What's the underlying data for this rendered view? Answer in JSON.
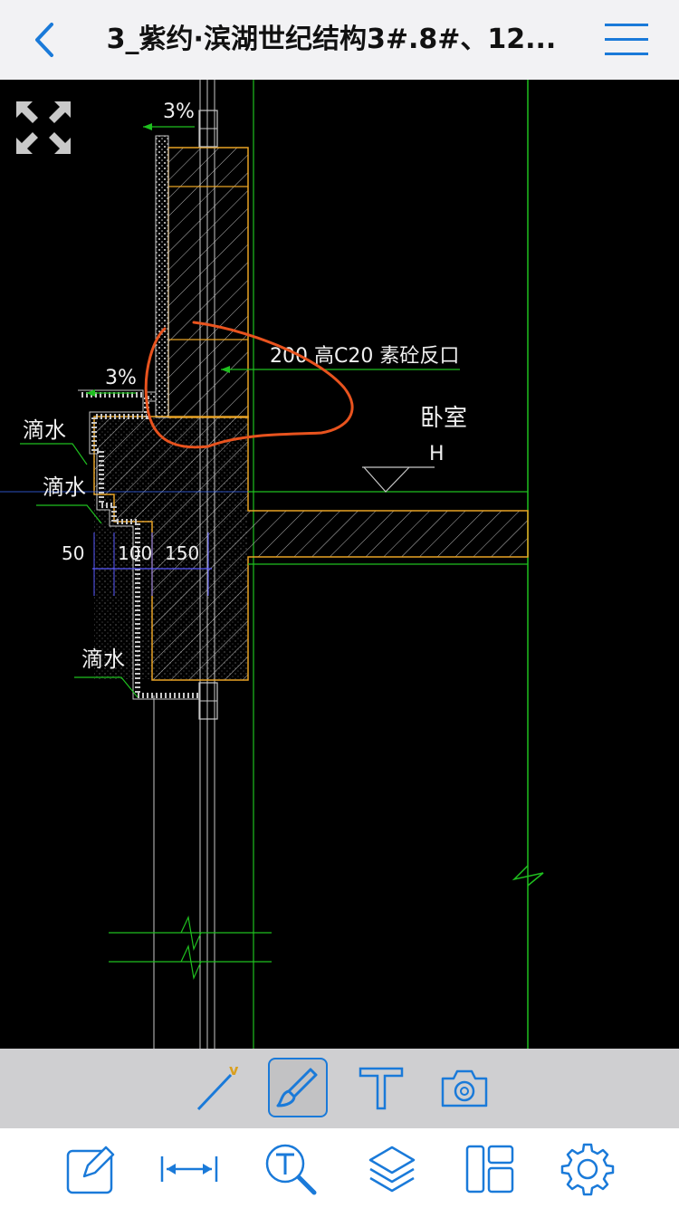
{
  "header": {
    "title": "3_紫约·滨湖世纪结构3#.8#、12...",
    "back_icon": "chevron-left-icon",
    "menu_icon": "hamburger-menu-icon"
  },
  "drawing": {
    "slope_top": "3%",
    "slope_mid": "3%",
    "drip_1": "滴水",
    "drip_2": "滴水",
    "drip_3": "滴水",
    "note": "200 高C20 素砼反口",
    "room_name": "卧室",
    "level_mark": "H",
    "dim_1": "50",
    "dim_2": "100",
    "dim_3": "150"
  },
  "annotation_tools": [
    {
      "name": "line-tool",
      "icon": "line-pen-icon"
    },
    {
      "name": "freehand-brush-tool",
      "icon": "brush-icon",
      "active": true
    },
    {
      "name": "text-tool",
      "icon": "text-t-icon"
    },
    {
      "name": "camera-tool",
      "icon": "camera-icon"
    }
  ],
  "bottom_tabs": [
    {
      "name": "edit",
      "icon": "edit-pencil-icon"
    },
    {
      "name": "measure",
      "icon": "dimension-arrows-icon"
    },
    {
      "name": "text-search",
      "icon": "text-search-icon"
    },
    {
      "name": "layers",
      "icon": "layers-icon"
    },
    {
      "name": "layout",
      "icon": "layout-panels-icon"
    },
    {
      "name": "settings",
      "icon": "gear-icon"
    }
  ],
  "colors": {
    "accent": "#1a7ad9",
    "green_line": "#1fbf1f",
    "orange_line": "#e8a224",
    "markup_red": "#e8531e",
    "blue_dim": "#5a5aff"
  }
}
